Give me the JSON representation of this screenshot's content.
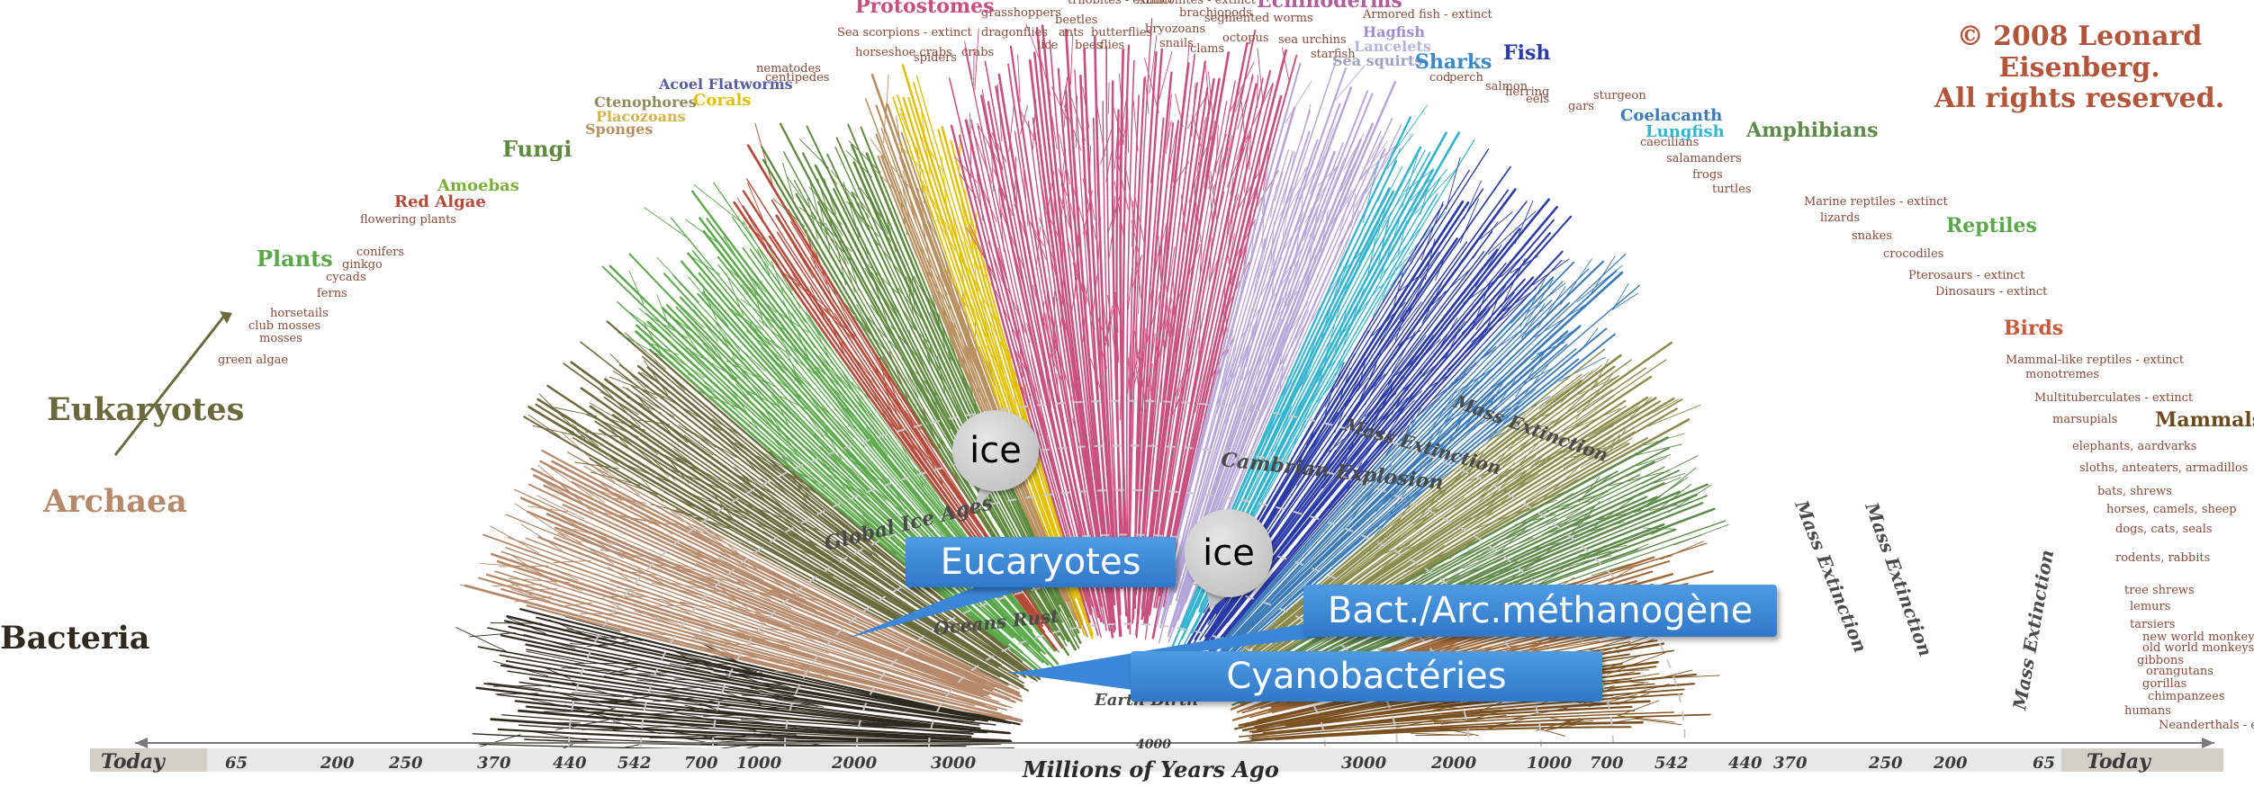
{
  "copyright": {
    "line1": "© 2008 Leonard Eisenberg.",
    "line2": "All rights reserved."
  },
  "domains": [
    {
      "label": "Eukaryotes",
      "color": "#6b6a3c"
    },
    {
      "label": "Archaea",
      "color": "#b5896a"
    },
    {
      "label": "Bacteria",
      "color": "#2e2a1e"
    }
  ],
  "groups": [
    {
      "label": "Plants",
      "color": "#5aa84a"
    },
    {
      "label": "Amoebas",
      "color": "#7ab03a"
    },
    {
      "label": "Red Algae",
      "color": "#b64a3a"
    },
    {
      "label": "Fungi",
      "color": "#5e8a3e"
    },
    {
      "label": "Sponges",
      "color": "#b89060"
    },
    {
      "label": "Placozoans",
      "color": "#d2b24a"
    },
    {
      "label": "Ctenophores",
      "color": "#8e8a5a"
    },
    {
      "label": "Corals",
      "color": "#e2c000"
    },
    {
      "label": "Acoel Flatworms",
      "color": "#5a5aa0"
    },
    {
      "label": "Protostomes",
      "color": "#c84f7e"
    },
    {
      "label": "Echinoderms",
      "color": "#b05e9c"
    },
    {
      "label": "Hagfish",
      "color": "#9f8fd0"
    },
    {
      "label": "Lancelets",
      "color": "#b5b5d8"
    },
    {
      "label": "Sea squirts",
      "color": "#a0a0c0"
    },
    {
      "label": "Sharks",
      "color": "#3a8ac8"
    },
    {
      "label": "Fish",
      "color": "#2a3aa8"
    },
    {
      "label": "Coelacanth",
      "color": "#3a7ab8"
    },
    {
      "label": "Lungfish",
      "color": "#33b5cf"
    },
    {
      "label": "Amphibians",
      "color": "#5e8a4a"
    },
    {
      "label": "Reptiles",
      "color": "#5aa84a"
    },
    {
      "label": "Birds",
      "color": "#c85a3a"
    },
    {
      "label": "Mammals",
      "color": "#6b4a1e"
    }
  ],
  "small_labels": [
    "flowering plants",
    "conifers",
    "ginkgo",
    "cycads",
    "ferns",
    "horsetails",
    "club mosses",
    "mosses",
    "green algae",
    "nematodes",
    "centipedes",
    "Sea scorpions - extinct",
    "horseshoe crabs",
    "spiders",
    "crabs",
    "dragonflies",
    "grasshoppers",
    "trilobites - extinct",
    "beetles",
    "ants",
    "bees",
    "lice",
    "butterflies",
    "flies",
    "Ammonites - extinct",
    "brachiopods",
    "bryozoans",
    "snails",
    "clams",
    "octopus",
    "segmented worms",
    "sea urchins",
    "starfish",
    "Armored fish - extinct",
    "cod",
    "perch",
    "salmon",
    "herring",
    "eels",
    "gars",
    "sturgeon",
    "caecilians",
    "salamanders",
    "frogs",
    "turtles",
    "Marine reptiles - extinct",
    "lizards",
    "snakes",
    "crocodiles",
    "Pterosaurs - extinct",
    "Dinosaurs - extinct",
    "Mammal-like reptiles - extinct",
    "monotremes",
    "Multituberculates - extinct",
    "marsupials",
    "elephants, aardvarks",
    "sloths, anteaters, armadillos",
    "bats, shrews",
    "horses, camels, sheep",
    "dogs, cats, seals",
    "rodents, rabbits",
    "tree shrews",
    "lemurs",
    "tarsiers",
    "new world monkeys",
    "old world monkeys",
    "gibbons",
    "orangutans",
    "gorillas",
    "chimpanzees",
    "humans",
    "Neanderthals - extinct"
  ],
  "events": [
    "Global Ice Ages",
    "Oceans Rust",
    "Earth Birth",
    "Cambrian Explosion",
    "Mass Extinction",
    "Mass Extinction",
    "Mass Extinction",
    "Mass Extinction",
    "Mass Extinction"
  ],
  "callouts": {
    "eukaryotes": "Eucaryotes",
    "methanogen": "Bact./Arc.méthanogène",
    "cyano": "Cyanobactéries",
    "ice1": "ice",
    "ice2": "ice"
  },
  "axis": {
    "title": "Millions of Years Ago",
    "center": "4000",
    "left": [
      "Today",
      "65",
      "200",
      "250",
      "370",
      "440",
      "542",
      "700",
      "1000",
      "2000",
      "3000"
    ],
    "right": [
      "3000",
      "2000",
      "1000",
      "700",
      "542",
      "440",
      "370",
      "250",
      "200",
      "65",
      "Today"
    ]
  }
}
